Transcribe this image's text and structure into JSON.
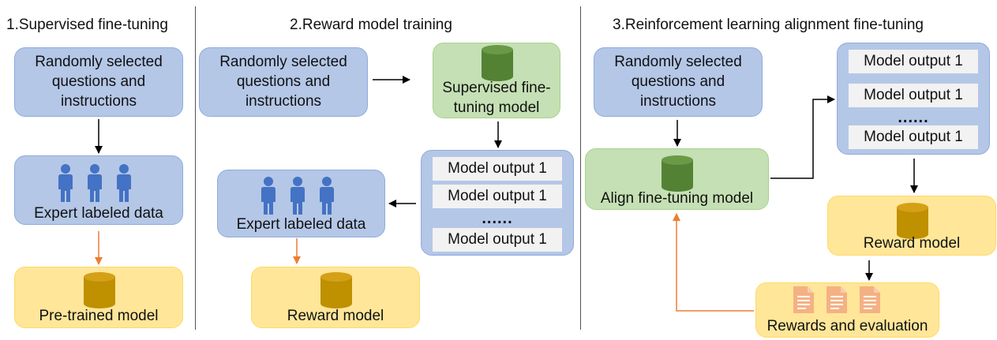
{
  "colors": {
    "blue_fill": "#b4c7e7",
    "green_fill": "#c5e0b4",
    "yellow_fill": "#ffe699",
    "person": "#4472c4",
    "green_db": "#548235",
    "gold_db": "#bf9000",
    "document": "#f4b183",
    "black_arrow": "#000000",
    "orange_arrow": "#ed7d31"
  },
  "section1": {
    "title": "1.Supervised fine-tuning",
    "questions": "Randomly selected\nquestions and\ninstructions",
    "expert": "Expert labeled data",
    "pretrained": "Pre-trained model"
  },
  "section2": {
    "title": "2.Reward model training",
    "questions": "Randomly selected\nquestions and\ninstructions",
    "sft": "Supervised fine-\ntuning model",
    "outputs": [
      "Model output 1",
      "Model output 1",
      "Model output 1"
    ],
    "dots": "......",
    "expert": "Expert labeled data",
    "reward": "Reward model"
  },
  "section3": {
    "title": "3.Reinforcement learning alignment fine-tuning",
    "questions": "Randomly selected\nquestions and\ninstructions",
    "align": "Align fine-tuning model",
    "outputs": [
      "Model output 1",
      "Model output 1",
      "Model output 1"
    ],
    "dots": "......",
    "reward": "Reward model",
    "rewards_eval": "Rewards and evaluation"
  },
  "icons": [
    "person-icon",
    "database-icon",
    "document-icon"
  ]
}
